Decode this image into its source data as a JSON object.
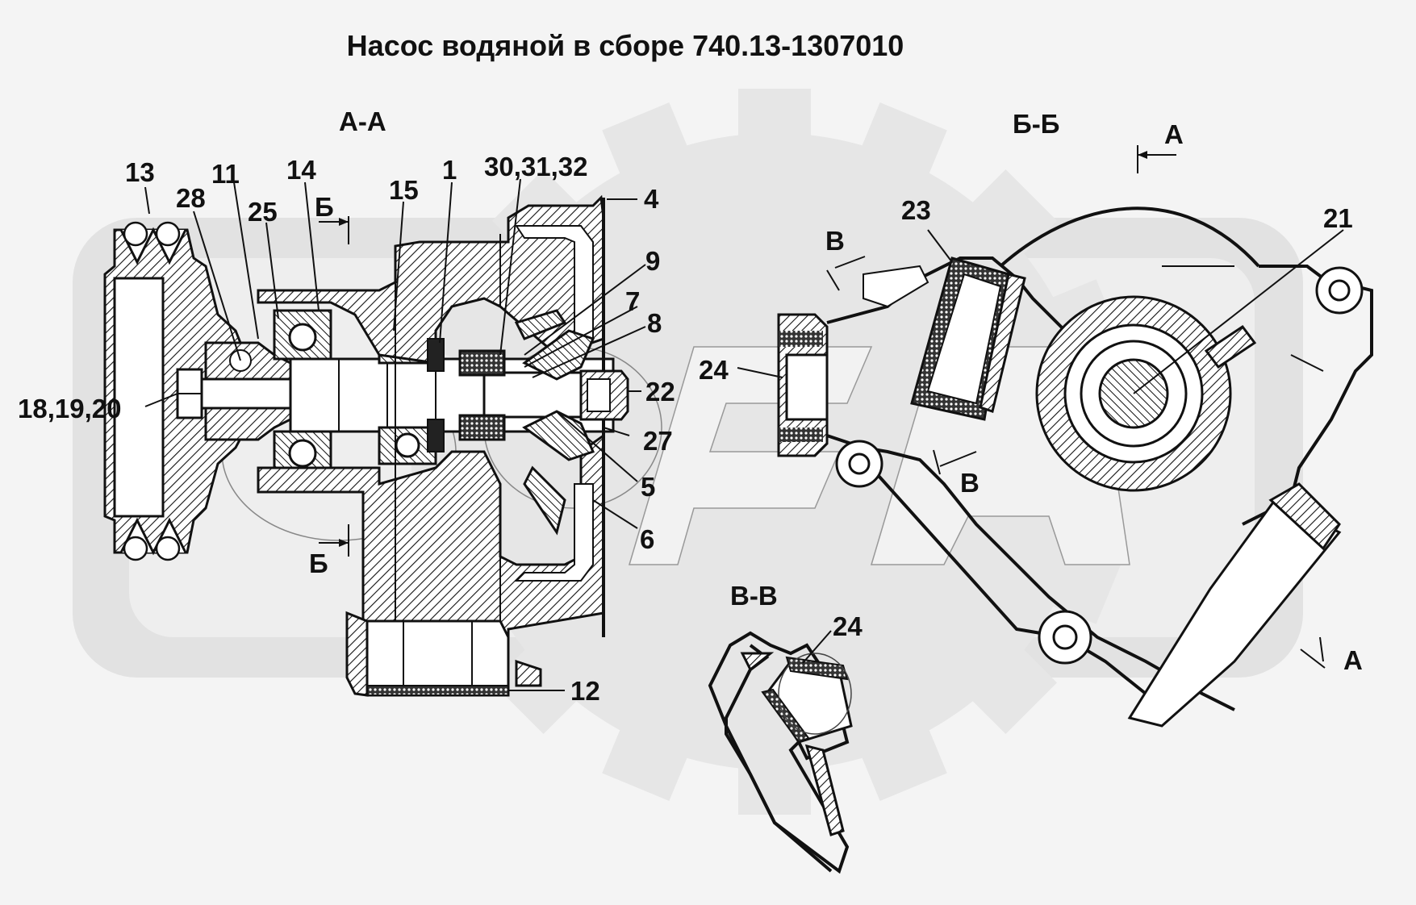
{
  "title": "Насос водяной в сборе 740.13-1307010",
  "sections": {
    "aa": "А-А",
    "bb": "Б-Б",
    "vv": "В-В"
  },
  "cut_marks": {
    "b_top": "Б",
    "b_bottom": "Б",
    "a_top": "А",
    "a_bottom": "А",
    "v_top": "В",
    "v_bottom": "В"
  },
  "callouts": {
    "c13": "13",
    "c11": "11",
    "c14": "14",
    "c28": "28",
    "c25": "25",
    "c15": "15",
    "c1": "1",
    "c303132": "30,31,32",
    "c4": "4",
    "c9": "9",
    "c7": "7",
    "c8": "8",
    "c22": "22",
    "c27": "27",
    "c5": "5",
    "c6": "6",
    "c12": "12",
    "c181920": "18,19,20",
    "c23": "23",
    "c21": "21",
    "c24a": "24",
    "c24b": "24"
  },
  "colors": {
    "background": "#f4f4f4",
    "ink": "#111111",
    "watermark": "#dcdcdc"
  }
}
